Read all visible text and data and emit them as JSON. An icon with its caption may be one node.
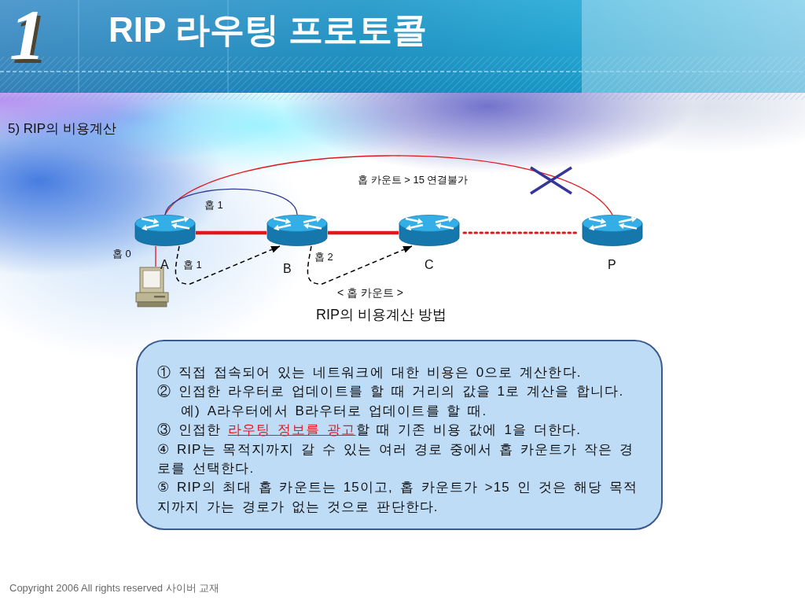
{
  "diagram": {
    "title": "RIP 라우팅 프로토콜",
    "caption": "RIP의 비용계산 방법",
    "nodes": [
      {
        "text": [],
        "shape": "picture"
      },
      {
        "text": [],
        "shape": "picture"
      },
      {
        "text": [],
        "shape": "picture"
      },
      {
        "text": [],
        "shape": "picture"
      },
      {
        "text": [],
        "shape": "picture"
      },
      {
        "text": [
          "① 직접 접속되어 있는 네트워크에 대한 비용은 0으로 계산한다.",
          "② 인접한 라우터로 업데이트를 할 때 거리의 값을 1로 계산을 합니다.",
          "예) A라우터에서 B라우터로 업데이트를 할 때.",
          "③ 인접한 **라우팅 정보를 광고**할 때 기존 비용 값에 1을 더한다.",
          "④ RIP는 목적지까지 갈 수 있는 여러 경로 중에서 홉 카운트가 작은 경로를 선택한다.",
          "⑤ RIP의 최대 홉 카운트는 15이고, 홉 카운트가 >15 인 것은 해당 목적지까지 가는 경로가 없는 것으로 판단한다."
        ]
      }
    ],
    "edges": [
      {
        "from": 0,
        "to": 1,
        "arrow": "none",
        "style": "thick"
      },
      {
        "from": 1,
        "to": 2,
        "arrow": "none",
        "style": "thick"
      },
      {
        "from": 2,
        "to": 3,
        "arrow": "none",
        "style": "dashed"
      },
      {
        "from": 0,
        "to": 3,
        "arrow": "none",
        "label": "홉 카운트 > 15 연결불가"
      },
      {
        "from": 0,
        "to": 1,
        "arrow": "none",
        "label": "홉 1",
        "color": "#2e3a96"
      },
      {
        "from": 0,
        "to": 4,
        "arrow": "none",
        "label": "홉 0"
      },
      {
        "from": 0,
        "to": 1,
        "arrow": "to",
        "label": "홉 1",
        "style": "dashed",
        "color": "#000000"
      },
      {
        "from": 1,
        "to": 2,
        "arrow": "to",
        "label": "홉 2",
        "style": "dashed",
        "color": "#000000"
      }
    ],
    "labels": [
      "1",
      "5) RIP의 비용계산",
      "A",
      "B",
      "C",
      "P",
      "< 홉 카운트 >",
      "Copyright 2006 All rights reserved 사이버 교재"
    ]
  }
}
